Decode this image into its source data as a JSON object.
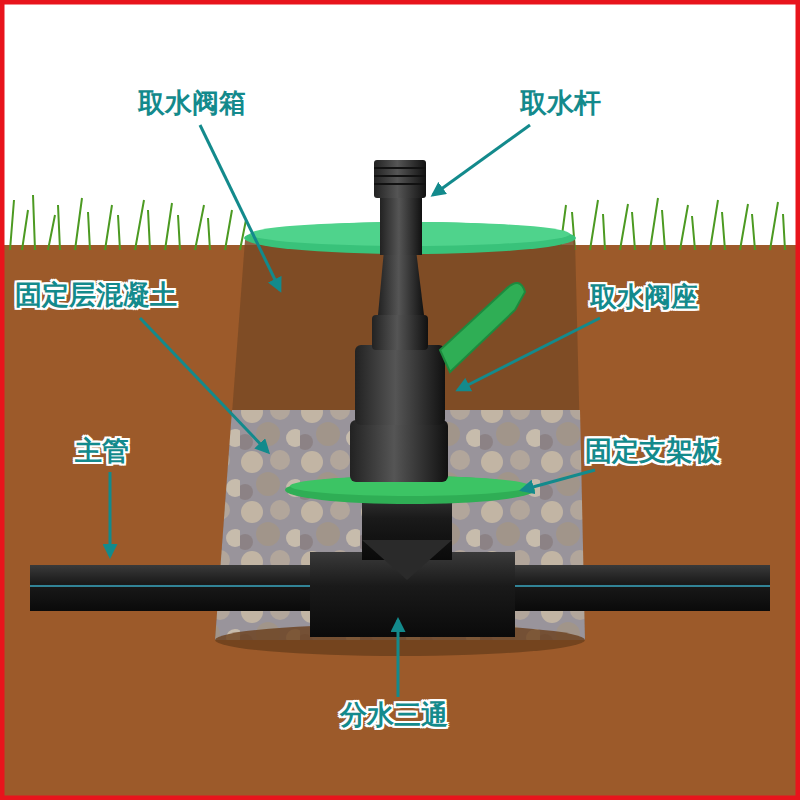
{
  "diagram": {
    "labels": [
      "取水阀箱",
      "取水杆",
      "固定层混凝土",
      "取水阀座",
      "主管",
      "固定支架板",
      "分水三通"
    ]
  }
}
